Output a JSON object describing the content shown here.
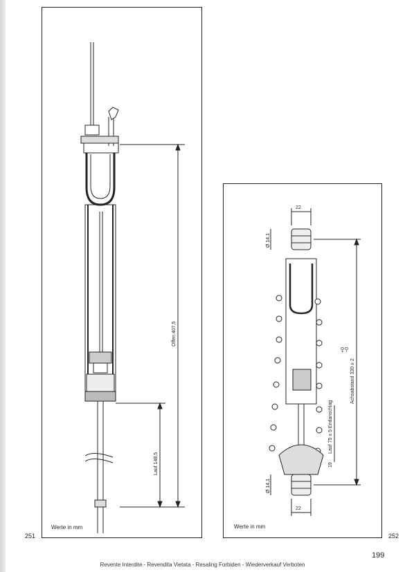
{
  "figures": [
    {
      "number": "251",
      "units": "Werte in mm",
      "dimensions": {
        "open_length": "Offen 407,5",
        "stroke": "Lauf 148,5"
      }
    },
    {
      "number": "252",
      "units": "Werte in mm",
      "dimensions": {
        "top_width": "22",
        "bottom_width": "22",
        "top_diameter": "Ø 14,1",
        "bottom_diameter": "Ø 14,1",
        "axle_distance": "Achsabstand 330 ± 2",
        "axle_tolerance_top": "+0",
        "axle_tolerance_bottom": "−0",
        "stroke": "Lauf 75 ± 5 Endanschlag",
        "bottom_offset": "19"
      }
    }
  ],
  "page_number": "199",
  "footer": "Revente Interdite - Revendita Vietata - Resaling Forbiden - Wiederverkauf Verboten"
}
